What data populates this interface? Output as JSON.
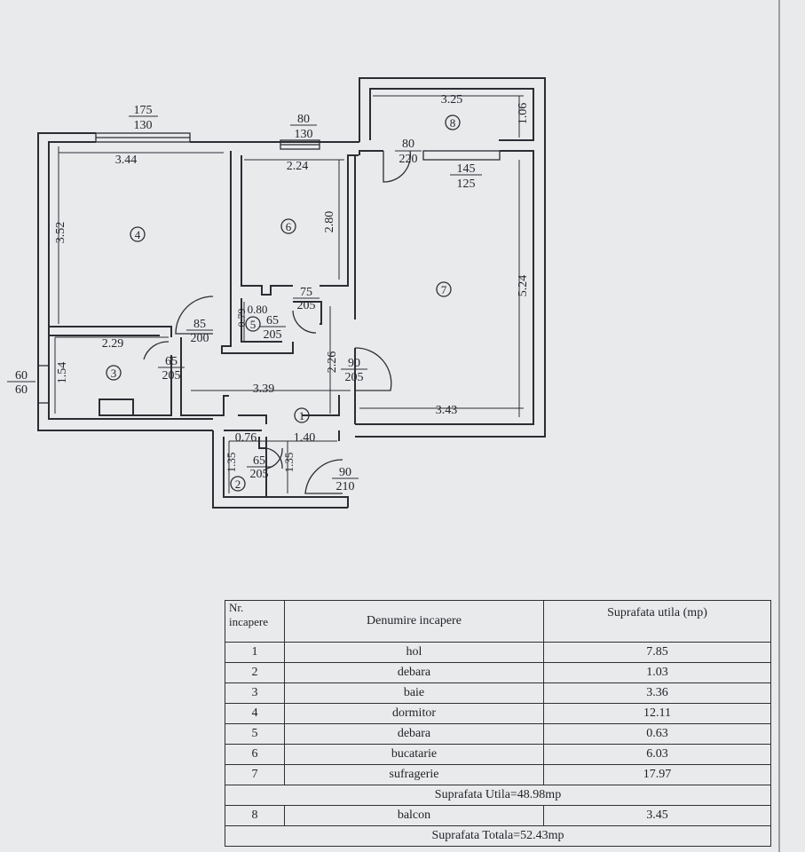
{
  "plan": {
    "room_numbers": [
      "1",
      "2",
      "3",
      "4",
      "5",
      "6",
      "7",
      "8"
    ],
    "room_dims": {
      "r4_width": "3.44",
      "r4_height": "3.52",
      "r6_width": "2.24",
      "r6_height": "2.80",
      "r7_width": "3.43",
      "r7_height": "5.24",
      "r8_width": "3.25",
      "r8_height": "1.06",
      "r3_width": "2.29",
      "r3_height": "1.54",
      "r1_width": "3.39",
      "r1_height": "2.26",
      "r1b_width": "1.40",
      "r2_width": "0.76",
      "r2_h_left": "1.35",
      "r2_h_right": "1.35",
      "r5_width": "0.80",
      "r5_height": "0.79"
    },
    "openings": {
      "win_r4": [
        "175",
        "130"
      ],
      "win_r6": [
        "80",
        "130"
      ],
      "win_r7": [
        "145",
        "125"
      ],
      "win_r3": [
        "60",
        "60"
      ],
      "door_balcony": [
        "80",
        "220"
      ],
      "door_r6": [
        "75",
        "205"
      ],
      "door_r5": [
        "65",
        "205"
      ],
      "door_r4": [
        "85",
        "200"
      ],
      "door_r3": [
        "65",
        "205"
      ],
      "door_r7": [
        "90",
        "205"
      ],
      "door_r2": [
        "65",
        "205"
      ],
      "door_entry": [
        "90",
        "210"
      ]
    }
  },
  "table": {
    "headers": {
      "nr": "Nr. incapere",
      "name": "Denumire incapere",
      "area": "Suprafata utila (mp)"
    },
    "rows": [
      {
        "nr": "1",
        "name": "hol",
        "area": "7.85"
      },
      {
        "nr": "2",
        "name": "debara",
        "area": "1.03"
      },
      {
        "nr": "3",
        "name": "baie",
        "area": "3.36"
      },
      {
        "nr": "4",
        "name": "dormitor",
        "area": "12.11"
      },
      {
        "nr": "5",
        "name": "debara",
        "area": "0.63"
      },
      {
        "nr": "6",
        "name": "bucatarie",
        "area": "6.03"
      },
      {
        "nr": "7",
        "name": "sufragerie",
        "area": "17.97"
      }
    ],
    "useful_total": "Suprafata Utila=48.98mp",
    "balcony_row": {
      "nr": "8",
      "name": "balcon",
      "area": "3.45"
    },
    "grand_total": "Suprafata Totala=52.43mp"
  }
}
